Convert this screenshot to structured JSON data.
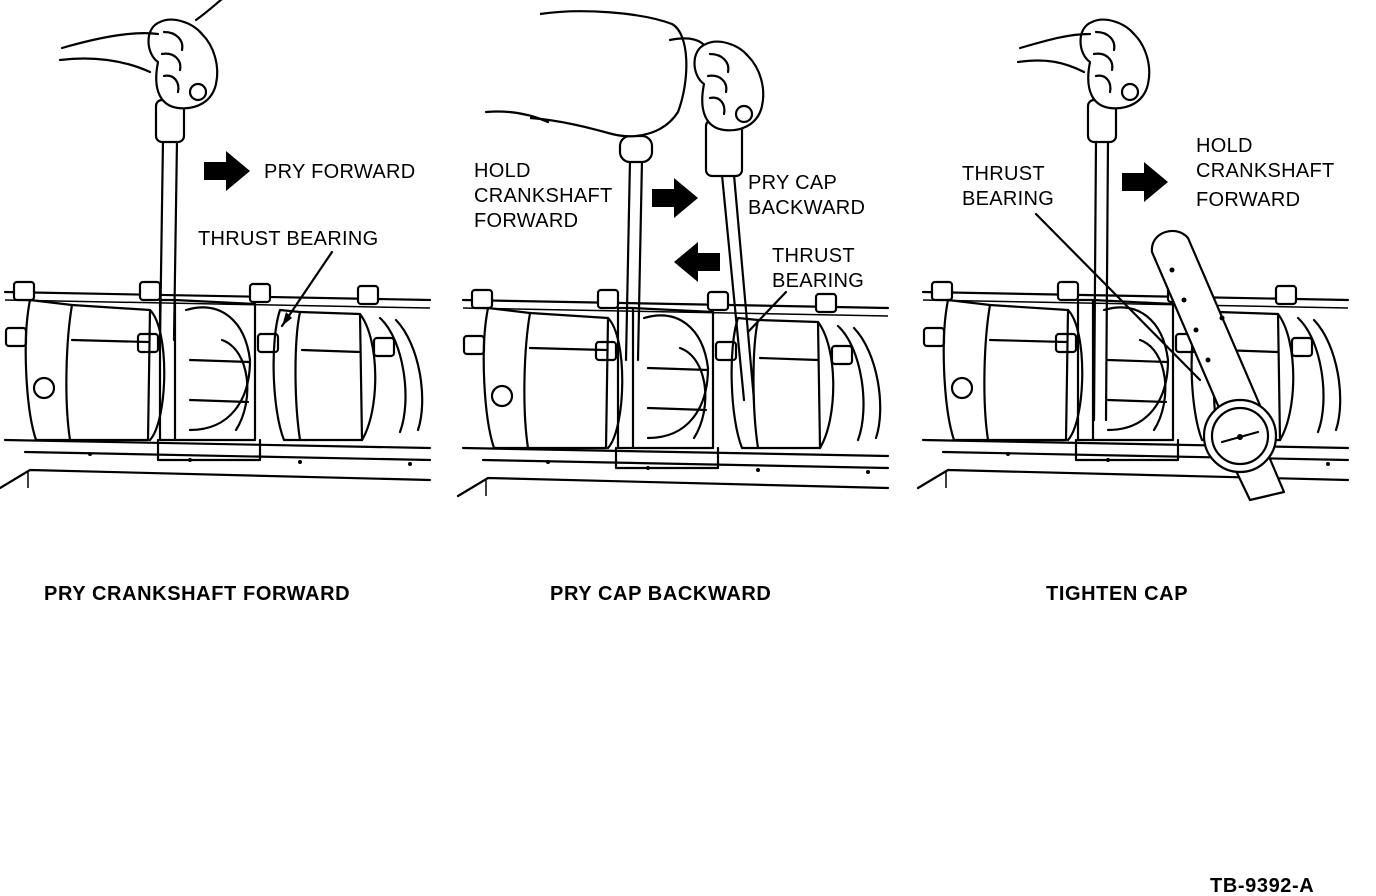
{
  "figure_id": "TB-9392-A",
  "panels": [
    {
      "caption": "PRY CRANKSHAFT FORWARD",
      "labels": {
        "action": "PRY FORWARD",
        "bearing": "THRUST BEARING"
      }
    },
    {
      "caption": "PRY CAP BACKWARD",
      "labels": {
        "hold": [
          "HOLD",
          "CRANKSHAFT",
          "FORWARD"
        ],
        "pry": [
          "PRY CAP",
          "BACKWARD"
        ],
        "bearing": [
          "THRUST",
          "BEARING"
        ]
      }
    },
    {
      "caption": "TIGHTEN CAP",
      "labels": {
        "bearing": [
          "THRUST",
          "BEARING"
        ],
        "hold": [
          "HOLD",
          "CRANKSHAFT",
          "FORWARD"
        ]
      }
    }
  ],
  "colors": {
    "ink": "#000000",
    "paper": "#ffffff"
  },
  "icons": [
    "hand-icon",
    "screwdriver-icon",
    "arrow-right-icon",
    "arrow-left-icon",
    "torque-wrench-icon"
  ]
}
